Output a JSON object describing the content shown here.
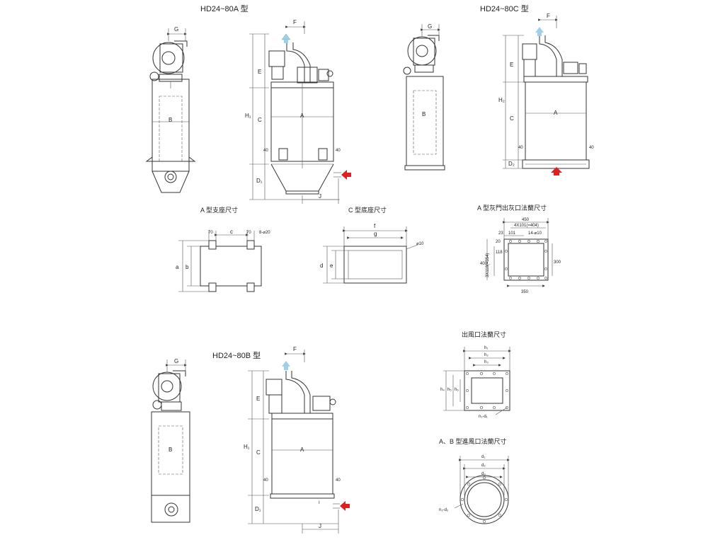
{
  "titles": {
    "hd_a": "HD24~80A 型",
    "hd_c": "HD24~80C 型",
    "hd_b": "HD24~80B 型",
    "a_support": "A 型支座尺寸",
    "c_base": "C 型底座尺寸",
    "a_ash_flange": "A 型灰門出灰口法蘭尺寸",
    "outlet_flange": "出風口法蘭尺寸",
    "ab_inlet_flange": "A、B 型進風口法蘭尺寸"
  },
  "labels": {
    "A": "A",
    "B": "B",
    "C": "C",
    "D1": "D₁",
    "D2": "D₂",
    "E": "E",
    "F": "F",
    "G": "G",
    "H1": "H₁",
    "H2": "H₂",
    "J": "J",
    "I": "I",
    "n40": "40",
    "a": "a",
    "b": "b",
    "c": "c",
    "d": "d",
    "e": "e",
    "f": "f",
    "g": "g",
    "s70": "70",
    "holes_20": "8-⌀20",
    "hole_10": "⌀10",
    "w450": "450",
    "w4x101": "4X101(=404)",
    "w23": "23",
    "w101": "101",
    "holes_14_10": "14-⌀10",
    "h20": "20",
    "h118": "118",
    "h400": "400",
    "h3x118": "3X118(=354)",
    "h300": "300",
    "w350": "350",
    "h1": "h₁",
    "h2": "h₂",
    "h3": "h₃",
    "h4": "h₄",
    "h5": "h₅",
    "h6": "h₆",
    "n1d1": "n₁-d₁",
    "d1": "d₁",
    "d2": "d₂",
    "d3": "d₃",
    "n2d2": "n₂-d₂"
  },
  "colors": {
    "outlet_arrow": "#9fd0ea",
    "inlet_arrow": "#e02020",
    "line": "#333333"
  }
}
